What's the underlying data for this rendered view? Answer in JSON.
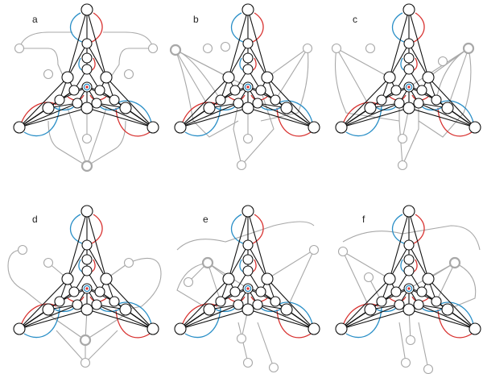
{
  "panels": [
    {
      "label": "a"
    },
    {
      "label": "b"
    },
    {
      "label": "c"
    },
    {
      "label": "d"
    },
    {
      "label": "e"
    },
    {
      "label": "f"
    }
  ],
  "colors": {
    "graph_edge": "#111111",
    "red_arc": "#d8312f",
    "blue_arc": "#2a8fc7",
    "overlay": "#a8a8a8",
    "node_fill": "#ffffff"
  }
}
